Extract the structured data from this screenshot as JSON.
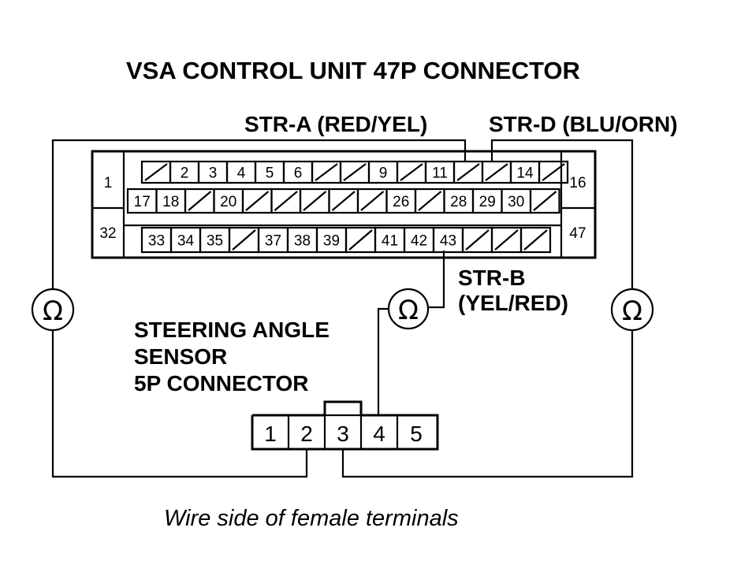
{
  "title": "VSA CONTROL UNIT 47P CONNECTOR",
  "labels": {
    "str_a": "STR-A (RED/YEL)",
    "str_d": "STR-D (BLU/ORN)",
    "str_b_line1": "STR-B",
    "str_b_line2": "(YEL/RED)",
    "sensor_line1": "STEERING ANGLE",
    "sensor_line2": "SENSOR",
    "sensor_line3": "5P CONNECTOR"
  },
  "caption": "Wire side of female terminals",
  "ohmmeter_symbol": "Ω",
  "connector47": {
    "row1": [
      "",
      "2",
      "3",
      "4",
      "5",
      "6",
      "",
      "",
      "9",
      "",
      "11",
      "",
      "",
      "14",
      ""
    ],
    "row2": [
      "17",
      "18",
      "",
      "20",
      "",
      "",
      "",
      "",
      "",
      "26",
      "",
      "28",
      "29",
      "30",
      ""
    ],
    "row3": [
      "33",
      "34",
      "35",
      "",
      "37",
      "38",
      "39",
      "",
      "41",
      "42",
      "43",
      "",
      "",
      ""
    ],
    "side_pins": [
      "1",
      "32",
      "16",
      "47"
    ]
  },
  "connector5": {
    "pins": [
      "1",
      "2",
      "3",
      "4",
      "5"
    ]
  }
}
